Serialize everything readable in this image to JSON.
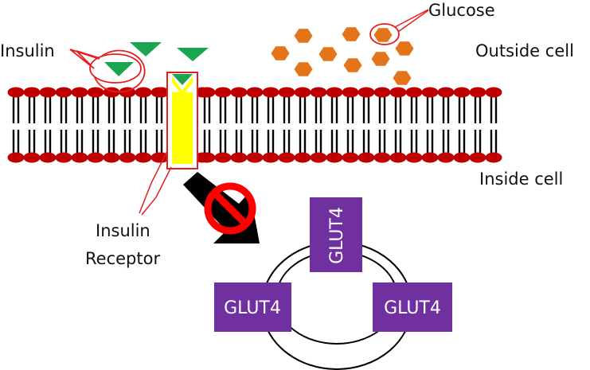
{
  "title": "Insulin resistance: blocked GLUT4 translocation",
  "labels": {
    "insulin": "Insulin",
    "glucose": "Glucose",
    "outside_cell": "Outside cell",
    "inside_cell": "Inside cell",
    "insulin_receptor_line1": "Insulin",
    "insulin_receptor_line2": "Receptor",
    "glut4_top": "GLUT4",
    "glut4_left": "GLUT4",
    "glut4_right": "GLUT4"
  },
  "icons": {
    "prohibition": "prohibition-icon",
    "arrow": "arrow-down-right-icon",
    "insulin": "triangle-down-icon",
    "glucose": "hexagon-icon"
  },
  "colors": {
    "membrane_head": "#c00000",
    "membrane_tail": "#000000",
    "insulin": "#1aa551",
    "glucose": "#e3741a",
    "receptor": "#ffff00",
    "callout": "#e41e1e",
    "prohibition": "#ff0000",
    "glut4": "#7030a0",
    "vesicle": "#000000"
  },
  "counts": {
    "glucose_molecules": 10,
    "insulin_molecules": 4,
    "glut4_transporters": 3
  }
}
